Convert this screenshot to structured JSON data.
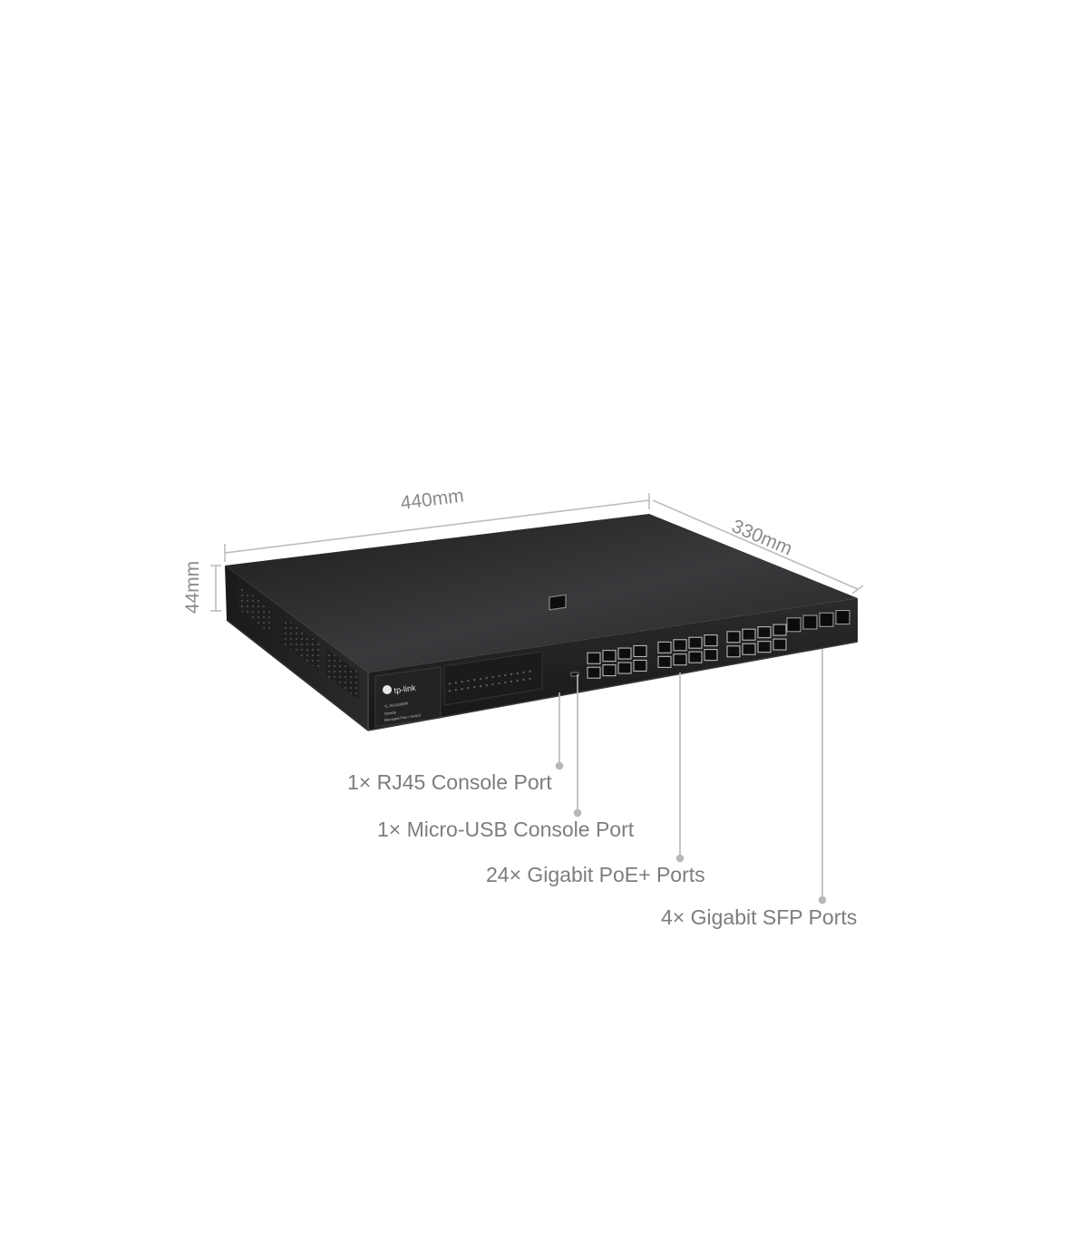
{
  "dimensions": {
    "width": "440mm",
    "depth": "330mm",
    "height": "44mm"
  },
  "device": {
    "brand": "tp-link",
    "model": "TL-SG3428MP",
    "series": "Omada",
    "description": "Managed PoE+ Switch"
  },
  "callouts": [
    {
      "label": "1× RJ45 Console Port"
    },
    {
      "label": "1× Micro-USB Console Port"
    },
    {
      "label": "24× Gigabit PoE+ Ports"
    },
    {
      "label": "4× Gigabit SFP Ports"
    }
  ],
  "colors": {
    "chassis_top": "#2b2b2d",
    "chassis_front": "#1f1f21",
    "dimension_line": "#bdbdbd",
    "callout_text": "#7d7d7d"
  }
}
